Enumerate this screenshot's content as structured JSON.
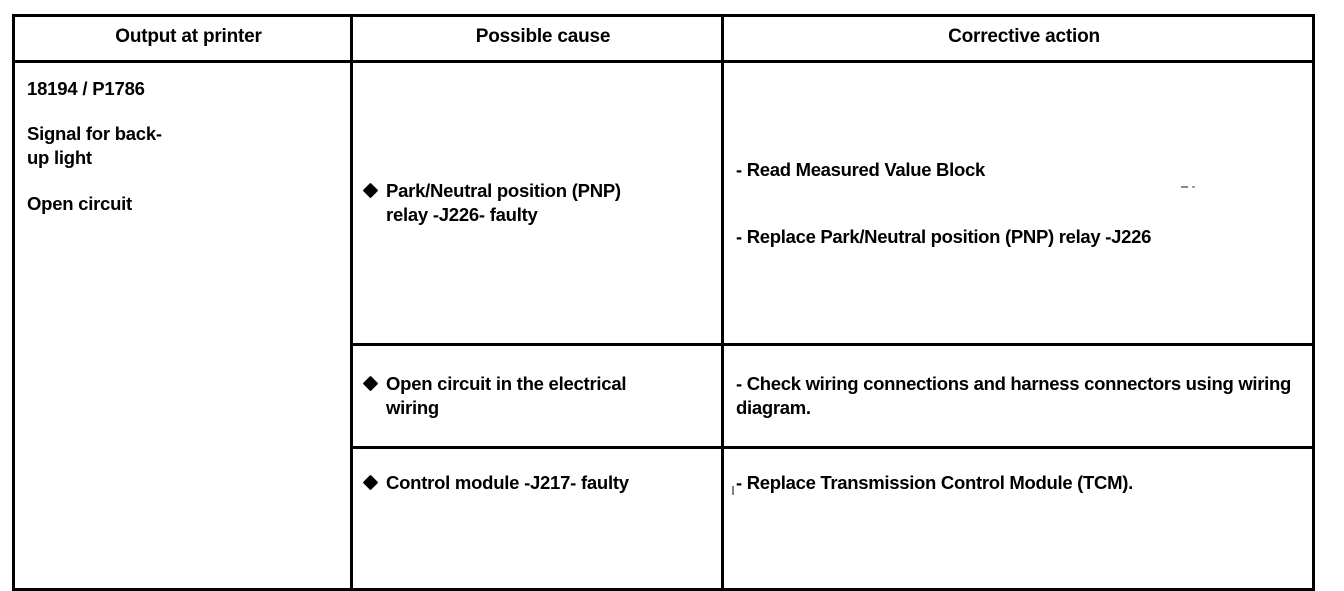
{
  "document": {
    "type": "diagnostic-trouble-code-table",
    "colors": {
      "background": "#ffffff",
      "text": "#000000",
      "border": "#000000"
    }
  },
  "table": {
    "headers": [
      "Output at printer",
      "Possible cause",
      "Corrective action"
    ],
    "output_at_printer": {
      "code": "18194 / P1786",
      "description_line_1": "Signal for back-",
      "description_line_2": "up light",
      "fault_type": "Open circuit"
    },
    "bullet_glyph": "diamond-bullet",
    "rows": [
      {
        "cause_line_1": "Park/Neutral position (PNP)",
        "cause_line_2": "relay -J226- faulty",
        "actions": [
          "- Read Measured Value Block",
          "- Replace Park/Neutral position (PNP) relay -J226"
        ]
      },
      {
        "cause_line_1": "Open circuit in the electrical",
        "cause_line_2": "wiring",
        "actions": [
          "- Check wiring connections and harness connectors using wiring diagram."
        ]
      },
      {
        "cause_line_1": "Control module -J217- faulty",
        "cause_line_2": "",
        "actions": [
          "- Replace Transmission Control Module (TCM)."
        ]
      }
    ]
  }
}
